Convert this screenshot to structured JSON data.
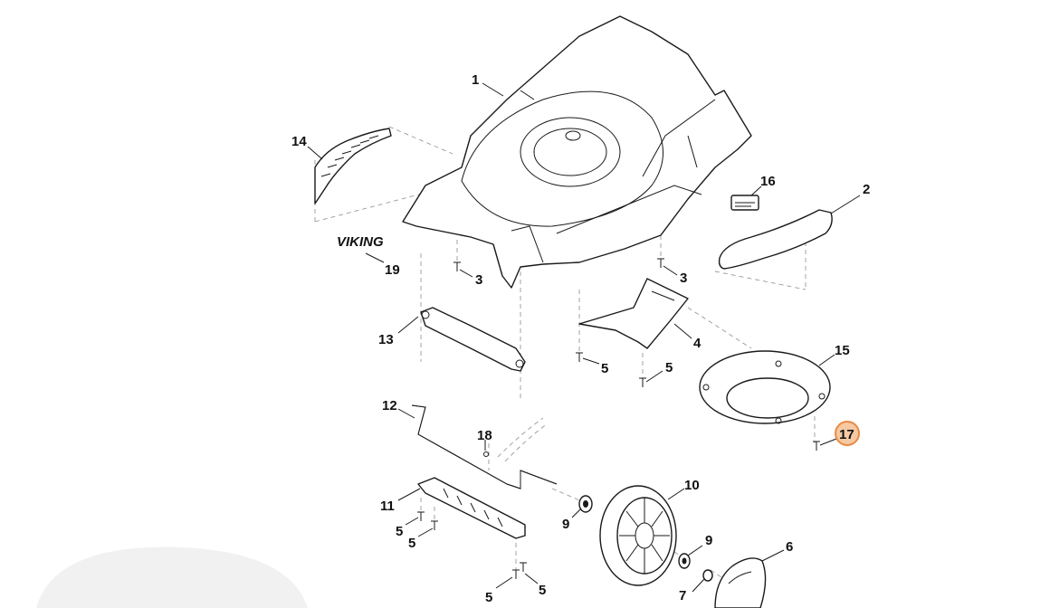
{
  "brand_logo_text": "VIKING",
  "highlight_color": "#ea8a45",
  "callouts": {
    "c1": "1",
    "c2": "2",
    "c3a": "3",
    "c3b": "3",
    "c4": "4",
    "c5a": "5",
    "c5b": "5",
    "c5c": "5",
    "c5d": "5",
    "c5e": "5",
    "c5f": "5",
    "c6": "6",
    "c7": "7",
    "c9a": "9",
    "c9b": "9",
    "c10": "10",
    "c11": "11",
    "c12": "12",
    "c13": "13",
    "c14": "14",
    "c15": "15",
    "c16": "16",
    "c17": "17",
    "c18": "18",
    "c19": "19"
  },
  "selected_part": "17"
}
